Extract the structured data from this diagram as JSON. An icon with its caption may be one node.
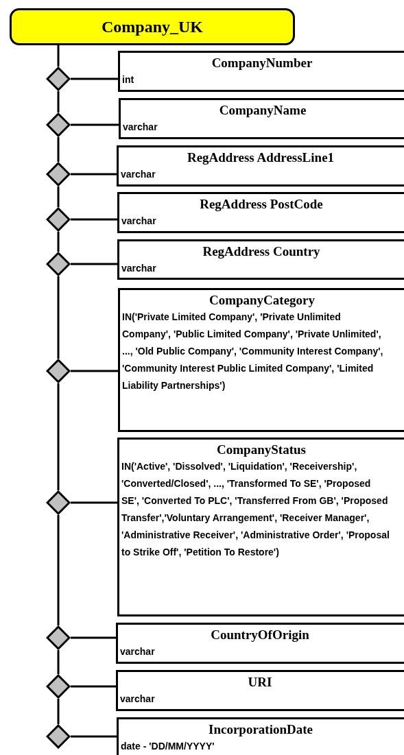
{
  "diagram": {
    "nodes": [
      {
        "text": [
          "Company_UK"
        ]
      },
      {
        "text": [],
        "shape": "diamond"
      },
      {
        "text": [
          "CompanyNumber",
          "int"
        ]
      },
      {
        "text": [],
        "shape": "diamond"
      },
      {
        "text": [
          "CompanyName",
          "varchar"
        ]
      },
      {
        "text": [],
        "shape": "diamond"
      },
      {
        "text": [
          "RegAddress AddressLine1",
          "varchar"
        ]
      },
      {
        "text": [],
        "shape": "diamond"
      },
      {
        "text": [
          "RegAddress PostCode",
          "varchar"
        ]
      },
      {
        "text": [],
        "shape": "diamond"
      },
      {
        "text": [
          "RegAddress Country",
          "varchar"
        ]
      },
      {
        "text": [],
        "shape": "diamond"
      },
      {
        "text": [
          "CompanyCategory",
          "IN('Private Limited Company', 'Private Unlimited Company', 'Public Limited Company', 'Private Unlimited', ..., 'Old Public Company', 'Community Interest Company', 'Community Interest Public Limited Company', 'Limited Liability Partnerships')"
        ]
      },
      {
        "text": [],
        "shape": "diamond"
      },
      {
        "text": [
          "CompanyStatus",
          "IN('Active', 'Dissolved', 'Liquidation', 'Receivership', 'Converted/Closed', ..., 'Transformed To SE', 'Proposed SE', 'Converted To PLC', 'Transferred From GB', 'Proposed Transfer','Voluntary Arrangement', 'Receiver Manager', 'Administrative Receiver', 'Administrative Order', 'Proposal to Strike Off', 'Petition To Restore')"
        ]
      },
      {
        "text": [],
        "shape": "diamond"
      },
      {
        "text": [
          "CountryOfOrigin",
          "varchar"
        ]
      },
      {
        "text": [],
        "shape": "diamond"
      },
      {
        "text": [
          "URI",
          "varchar"
        ]
      },
      {
        "text": [],
        "shape": "diamond"
      },
      {
        "text": [
          "IncorporationDate",
          "date - 'DD/MM/YYYY'"
        ]
      }
    ],
    "edges": [
      {
        "from": 0,
        "to": 1,
        "arrow": "none"
      },
      {
        "from": 1,
        "to": 2,
        "arrow": "none"
      },
      {
        "from": 1,
        "to": 3,
        "arrow": "none"
      },
      {
        "from": 3,
        "to": 4,
        "arrow": "none"
      },
      {
        "from": 3,
        "to": 5,
        "arrow": "none"
      },
      {
        "from": 5,
        "to": 6,
        "arrow": "none"
      },
      {
        "from": 5,
        "to": 7,
        "arrow": "none"
      },
      {
        "from": 7,
        "to": 8,
        "arrow": "none"
      },
      {
        "from": 7,
        "to": 9,
        "arrow": "none"
      },
      {
        "from": 9,
        "to": 10,
        "arrow": "none"
      },
      {
        "from": 9,
        "to": 11,
        "arrow": "none"
      },
      {
        "from": 11,
        "to": 12,
        "arrow": "none"
      },
      {
        "from": 11,
        "to": 13,
        "arrow": "none"
      },
      {
        "from": 13,
        "to": 14,
        "arrow": "none"
      },
      {
        "from": 13,
        "to": 15,
        "arrow": "none"
      },
      {
        "from": 15,
        "to": 16,
        "arrow": "none"
      },
      {
        "from": 15,
        "to": 17,
        "arrow": "none"
      },
      {
        "from": 17,
        "to": 18,
        "arrow": "none"
      },
      {
        "from": 17,
        "to": 19,
        "arrow": "none"
      },
      {
        "from": 19,
        "to": 20,
        "arrow": "none"
      }
    ]
  }
}
